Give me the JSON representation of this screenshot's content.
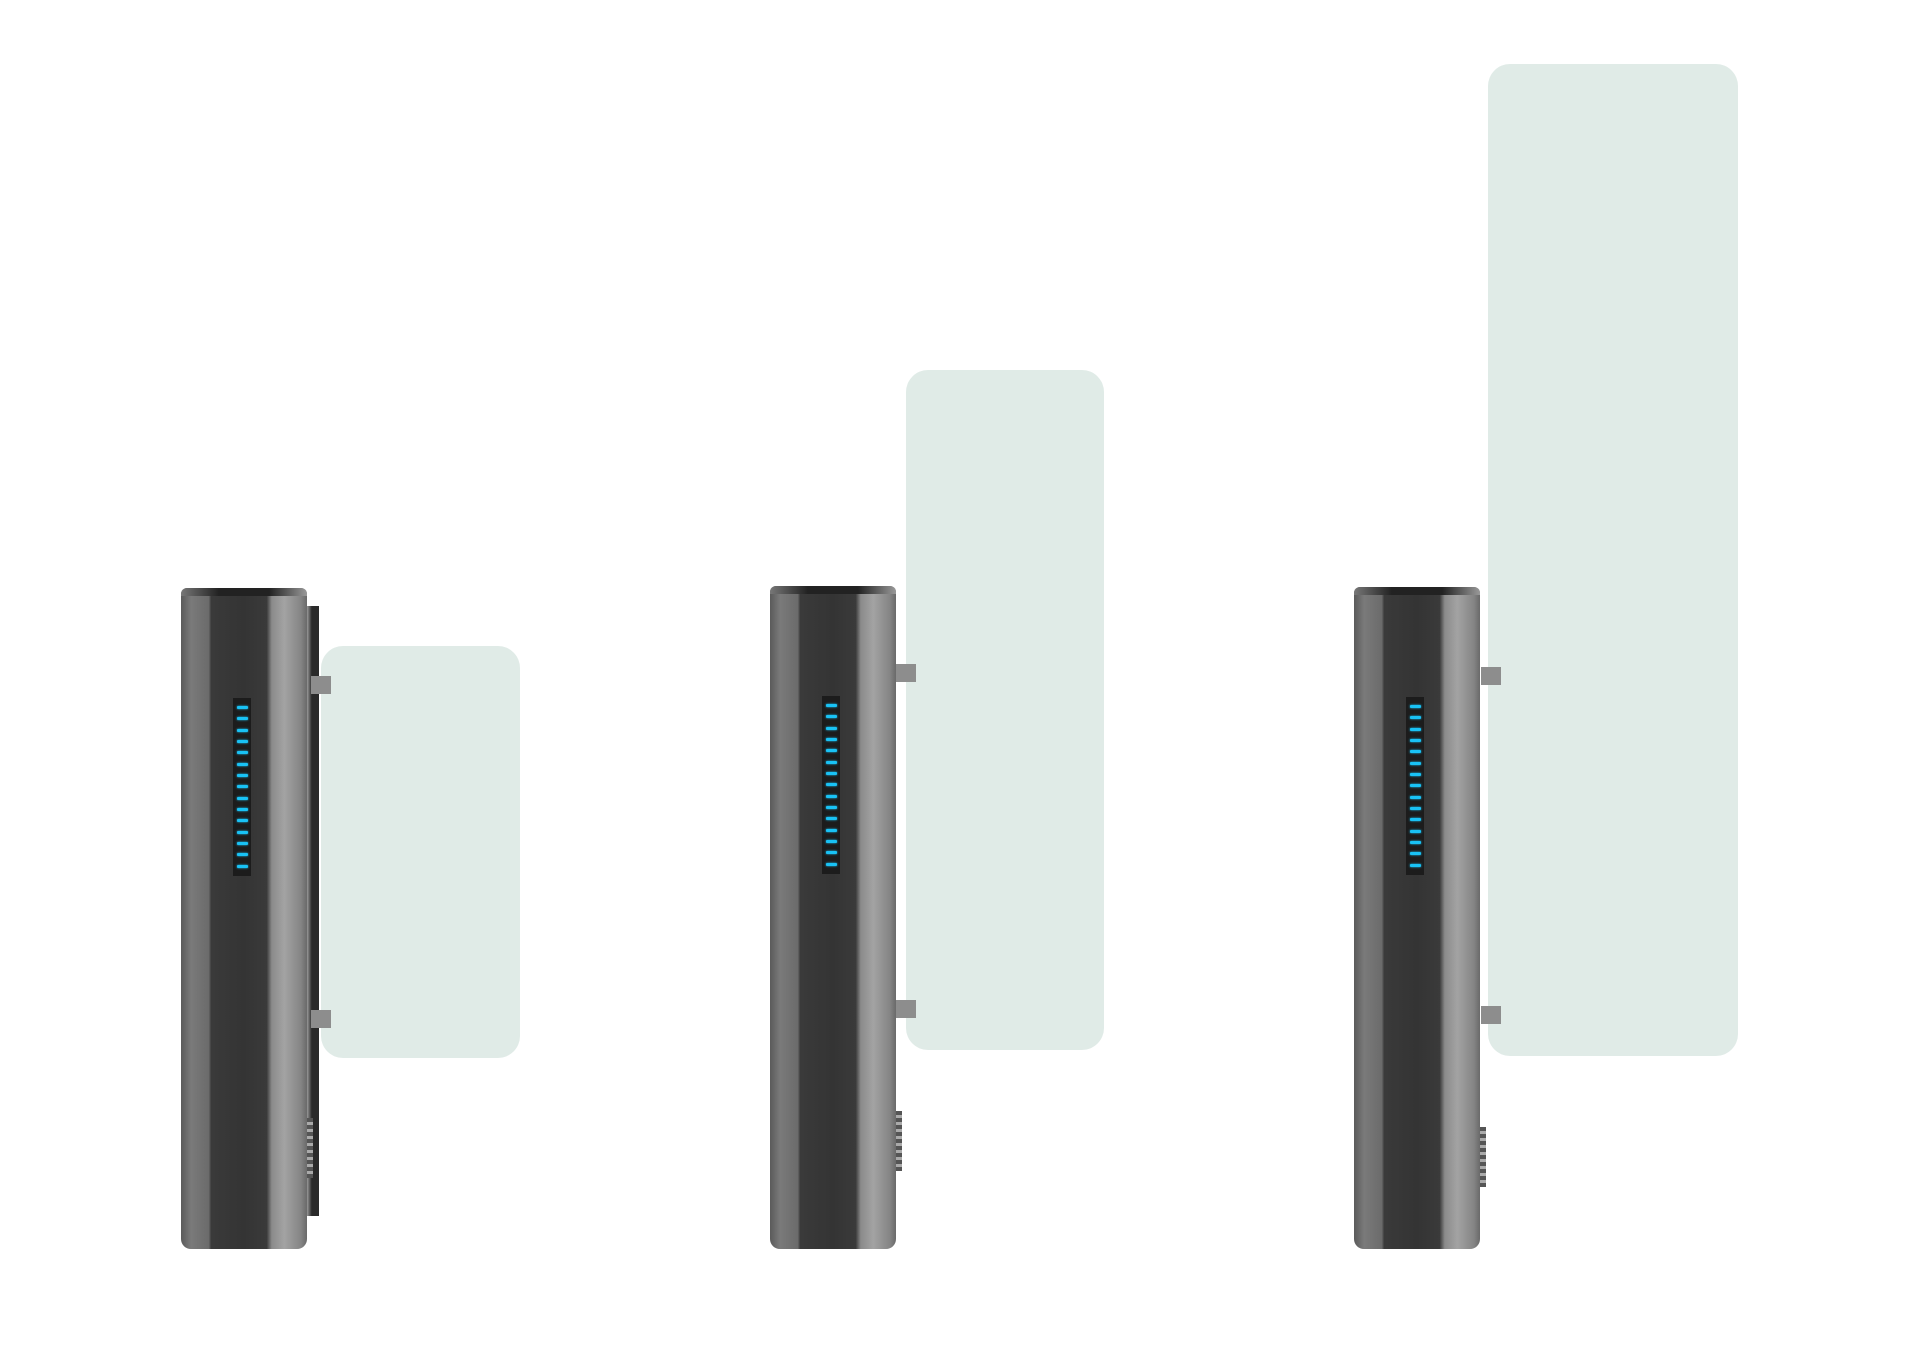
{
  "scene": {
    "subject": "speed-gate-turnstiles",
    "gates": [
      {
        "name": "short",
        "led_count": 15
      },
      {
        "name": "medium",
        "led_count": 15
      },
      {
        "name": "tall",
        "led_count": 15
      }
    ],
    "colors": {
      "background": "#ffffff",
      "glass": "#e0ebe7",
      "led": "#19c2f5",
      "body_dark": "#343434"
    }
  }
}
